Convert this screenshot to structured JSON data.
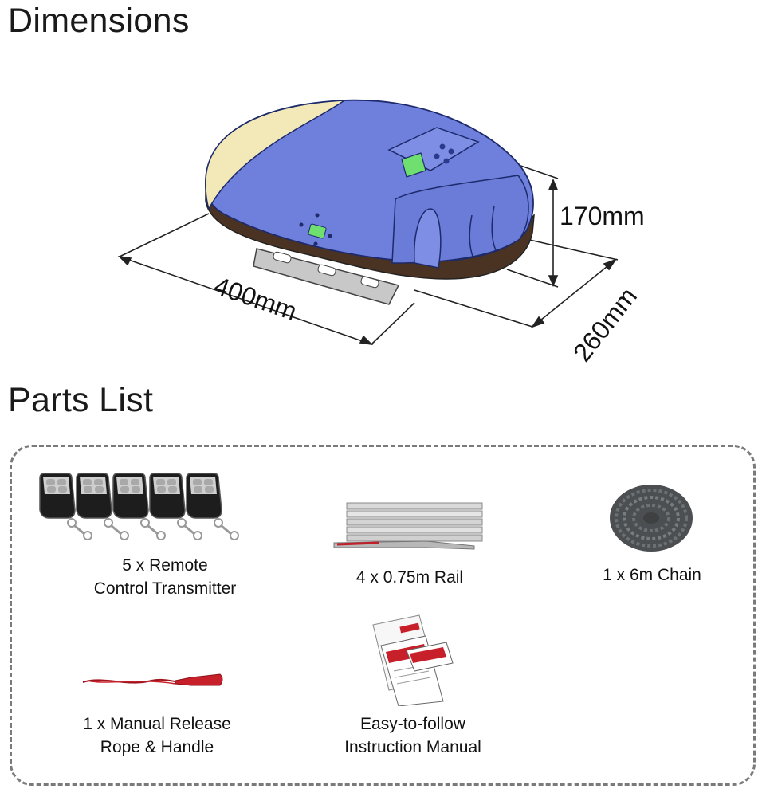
{
  "dimensions": {
    "title": "Dimensions",
    "height": "170mm",
    "width": "400mm",
    "depth": "260mm"
  },
  "parts": {
    "title": "Parts List",
    "items": [
      {
        "line1": "5 x Remote",
        "line2": "Control Transmitter"
      },
      {
        "line1": "4 x 0.75m Rail"
      },
      {
        "line1": "1 x 6m Chain"
      },
      {
        "line1": "1 x Manual Release",
        "line2": "Rope & Handle"
      },
      {
        "line1": "Easy-to-follow",
        "line2": "Instruction Manual"
      }
    ]
  },
  "colors": {
    "housing": "#6e7fdc",
    "base": "#4a3322",
    "cover": "#f3e9b8",
    "display": "#6fe06f",
    "release_handle": "#c8202a"
  }
}
